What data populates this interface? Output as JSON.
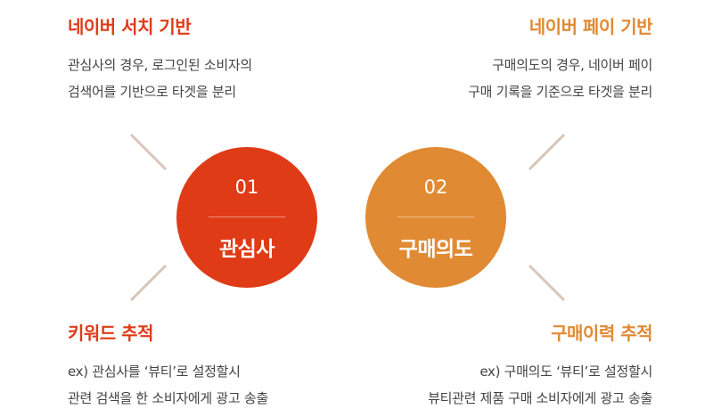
{
  "colors": {
    "red": "#df3b17",
    "orange": "#e08a33",
    "connector": "#d8c6b9"
  },
  "top_left": {
    "title": "네이버 서치 기반",
    "line1": "관심사의 경우, 로그인된 소비자의",
    "line2": "검색어를 기반으로 타겟을 분리"
  },
  "top_right": {
    "title": "네이버 페이 기반",
    "line1": "구매의도의 경우, 네이버 페이",
    "line2": "구매 기록을 기준으로 타겟을 분리"
  },
  "circle1": {
    "number": "01",
    "label": "관심사"
  },
  "circle2": {
    "number": "02",
    "label": "구매의도"
  },
  "bottom_left": {
    "title": "키워드 추적",
    "line1": "ex) 관심사를 ‘뷰티’로 설정할시",
    "line2": "관련 검색을 한 소비자에게 광고 송출"
  },
  "bottom_right": {
    "title": "구매이력 추적",
    "line1": "ex) 구매의도 ‘뷰티’로 설정할시",
    "line2": "뷰티관련 제품 구매 소비자에게 광고 송출"
  }
}
